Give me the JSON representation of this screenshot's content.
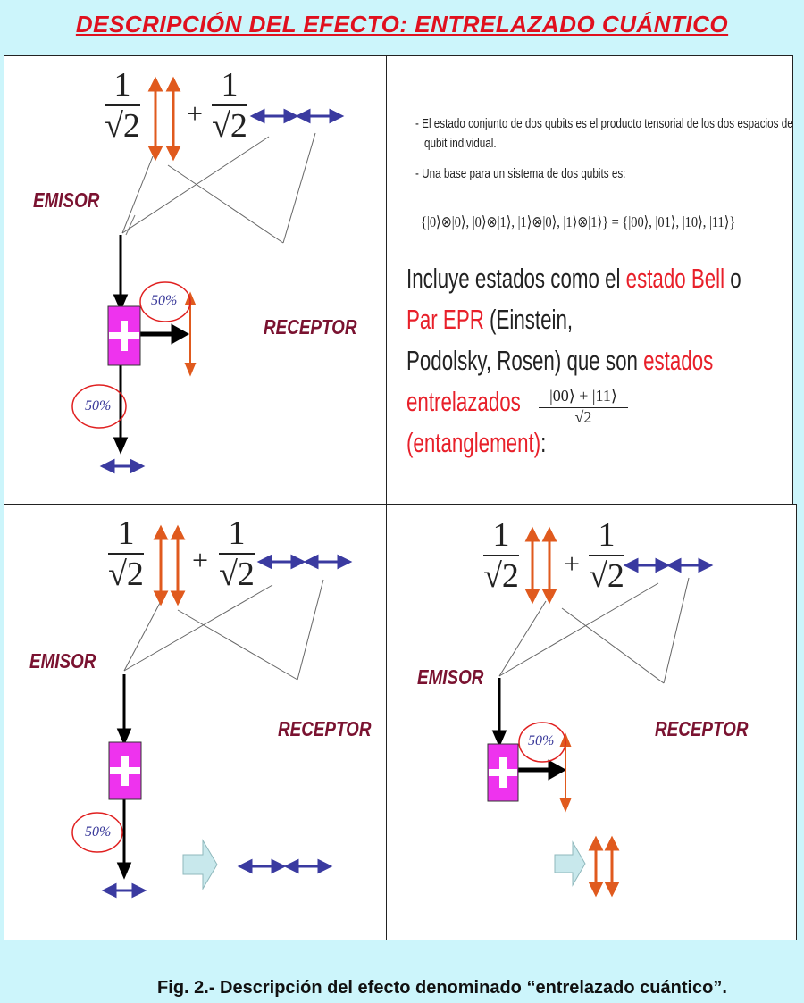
{
  "title": "DESCRIPCIÓN DEL EFECTO: ENTRELAZADO CUÁNTICO",
  "labels": {
    "emisor": "EMISOR",
    "receptor": "RECEPTOR",
    "pct": "50%"
  },
  "math": {
    "numerator": "1",
    "denominator": "√2",
    "plus": "+"
  },
  "text_panel": {
    "bullet1_line1": "- El estado conjunto de dos qubits es el producto tensorial de los dos espacios de cada",
    "bullet1_line2": "qubit individual.",
    "bullet2": "- Una base para un sistema de dos qubits es:",
    "basis": "{|0⟩⊗|0⟩, |0⟩⊗|1⟩, |1⟩⊗|0⟩, |1⟩⊗|1⟩} = {|00⟩, |01⟩, |10⟩, |11⟩}",
    "line1_a": "Incluye estados como el ",
    "line1_b": "estado Bell",
    "line1_c": " o ",
    "line1_d": "Par EPR",
    "line1_e": " (Einstein,",
    "line2_a": "Podolsky, Rosen) que son ",
    "line2_b": "estados entrelazados",
    "line3_a": "(entanglement)",
    "line3_b": ":",
    "bell_num": "|00⟩ + |11⟩",
    "bell_den": "√2"
  },
  "caption": "Fig. 2.- Descripción del efecto denominado “entrelazado cuántico”.",
  "colors": {
    "title": "#e0101e",
    "label": "#7a1230",
    "vertical_arrow": "#e05a1e",
    "horizontal_arrow": "#3a3aa0",
    "detector": "#ee33ee",
    "hollow_arrow": "#c8e8ec"
  },
  "icons": [
    "vertical-polarization-icon",
    "horizontal-polarization-icon",
    "beam-splitter-icon",
    "hollow-right-arrow-icon"
  ]
}
